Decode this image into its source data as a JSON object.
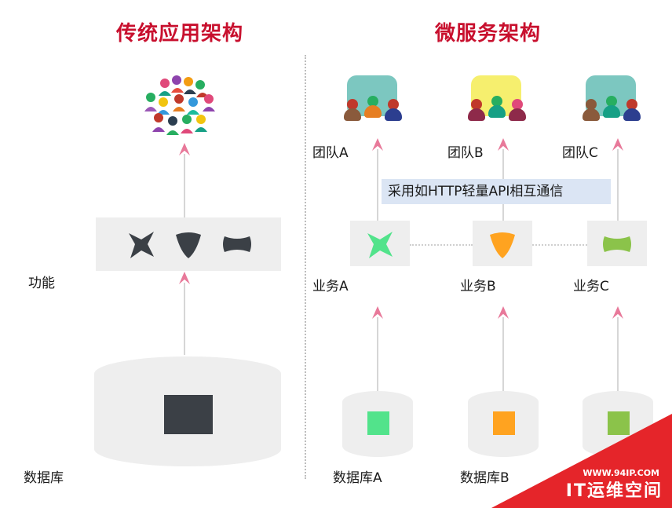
{
  "headings": {
    "traditional": "传统应用架构",
    "micro": "微服务架构"
  },
  "left": {
    "function_label": "功能",
    "database_label": "数据库",
    "function_shape_color": "#3b4046"
  },
  "right": {
    "teams": [
      {
        "label": "团队A",
        "bg_color": "#7cc7c0"
      },
      {
        "label": "团队B",
        "bg_color": "#f6ef6e"
      },
      {
        "label": "团队C",
        "bg_color": "#7cc7c0"
      }
    ],
    "communication": "采用如HTTP轻量API相互通信",
    "services": [
      {
        "label": "业务A",
        "color": "#52e38b",
        "icon": "x-shape-icon"
      },
      {
        "label": "业务B",
        "color": "#ffa320",
        "icon": "triangle-shape-icon"
      },
      {
        "label": "业务C",
        "color": "#8bc34a",
        "icon": "bowtie-shape-icon"
      }
    ],
    "databases": [
      {
        "label": "数据库A",
        "color": "#52e38b"
      },
      {
        "label": "数据库B",
        "color": "#ffa320"
      },
      {
        "label": "",
        "color": "#8bc34a"
      }
    ]
  },
  "colors": {
    "heading": "#c8102e",
    "arrow": "#e8799a",
    "panel": "#eeeeee",
    "banner": "#dbe5f4"
  },
  "watermark": {
    "url": "WWW.94IP.COM",
    "text": "IT运维空间",
    "color": "#e5252a"
  }
}
